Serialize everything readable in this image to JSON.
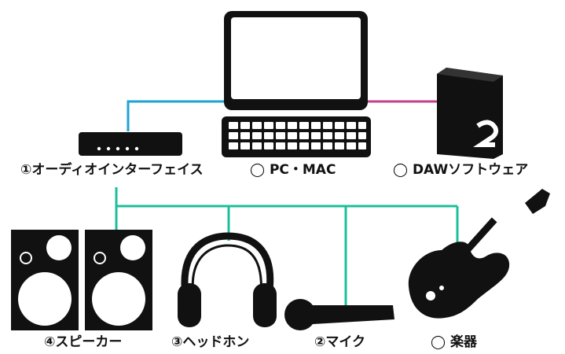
{
  "labels": {
    "interface": "①オーディオインターフェイス",
    "pc": "◯ PC・MAC",
    "daw": "◯ DAWソフトウェア",
    "speaker": "④スピーカー",
    "headphone": "③ヘッドホン",
    "mic": "②マイク",
    "instrument": "◯ 楽器"
  },
  "colors": {
    "line_blue": "#1fa3d4",
    "line_pink": "#c0408a",
    "line_green": "#1dbf9a",
    "ink": "#111111"
  }
}
